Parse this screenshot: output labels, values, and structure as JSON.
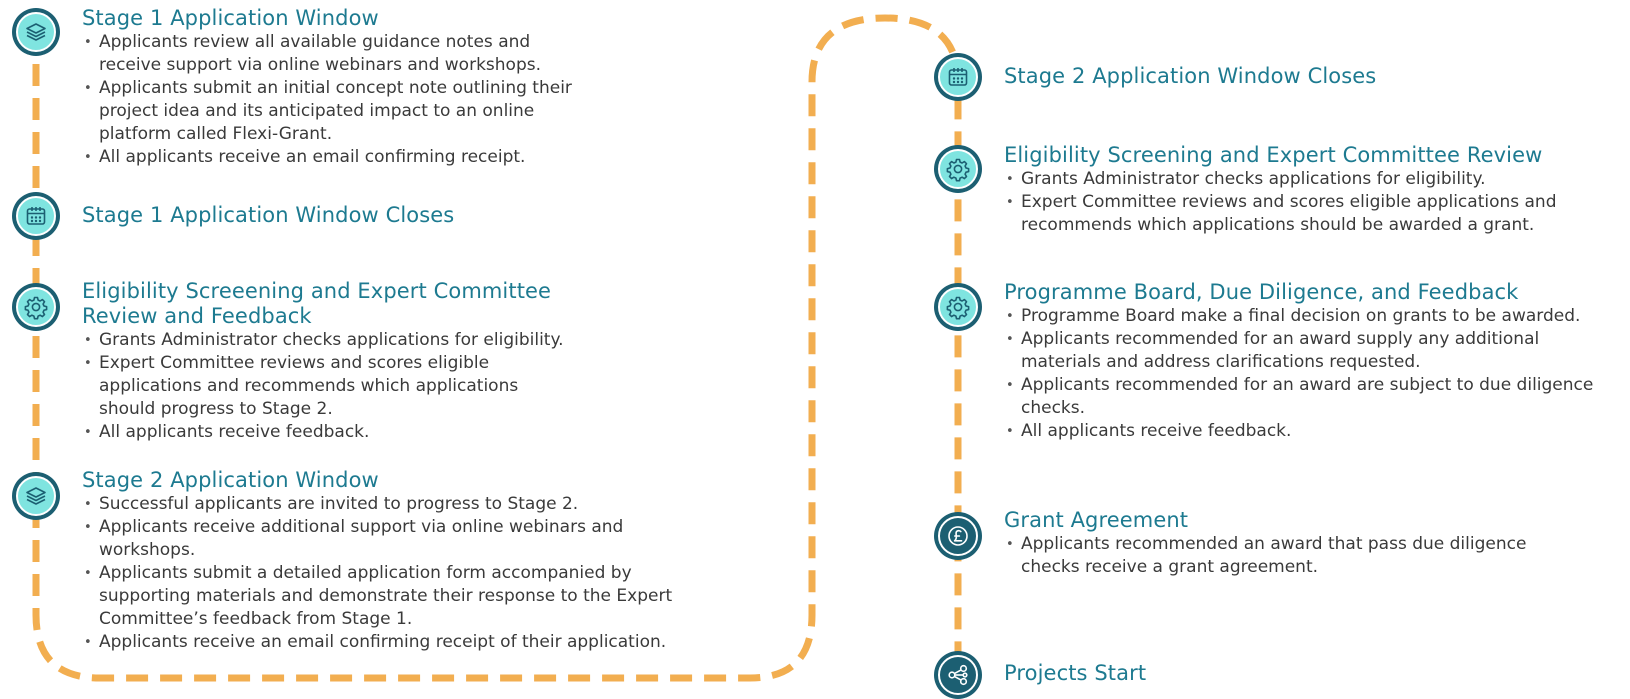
{
  "colors": {
    "path": "#f2ae50",
    "title": "#1d7a90",
    "icon_ring": "#1c5f72",
    "icon_fill": "#7fe4e0",
    "body_text": "#3a3a3a"
  },
  "steps": [
    {
      "icon": "layers-icon",
      "title": "Stage 1 Application Window",
      "bullets": [
        "Applicants review all available guidance notes and receive support via online webinars and workshops.",
        "Applicants submit an initial concept note outlining their project idea and its anticipated impact to an online platform called Flexi-Grant.",
        "All applicants receive an email confirming receipt."
      ]
    },
    {
      "icon": "calendar-icon",
      "title": "Stage 1 Application Window Closes",
      "bullets": []
    },
    {
      "icon": "gear-icon",
      "title": "Eligibility Screeening and Expert Committee Review and Feedback",
      "bullets": [
        "Grants Administrator checks applications for eligibility.",
        "Expert Committee reviews and scores eligible applications and recommends which applications should progress to Stage 2.",
        "All applicants receive feedback."
      ]
    },
    {
      "icon": "layers-icon",
      "title": "Stage 2 Application Window",
      "bullets": [
        "Successful applicants are invited to progress to Stage 2.",
        "Applicants receive additional support via online webinars and workshops.",
        "Applicants submit a detailed application form accompanied by supporting materials  and demonstrate their response to the Expert Committee’s feedback from Stage 1.",
        "Applicants receive an email confirming receipt of their application."
      ]
    },
    {
      "icon": "calendar-icon",
      "title": "Stage 2 Application Window Closes",
      "bullets": []
    },
    {
      "icon": "gear-icon",
      "title": "Eligibility Screening and Expert Committee Review",
      "bullets": [
        "Grants Administrator checks applications for eligibility.",
        "Expert Committee reviews and scores eligible applications and recommends which applications should be awarded a grant."
      ]
    },
    {
      "icon": "gear-icon",
      "title": "Programme Board, Due Diligence, and Feedback",
      "bullets": [
        "Programme Board make a final decision on grants to be awarded.",
        "Applicants recommended for an award supply any additional materials and address clarifications requested.",
        "Applicants recommended for an award are subject to due diligence checks.",
        "All applicants receive feedback."
      ]
    },
    {
      "icon": "pound-coin-icon",
      "title": "Grant Agreement",
      "bullets": [
        "Applicants recommended an award that pass due diligence checks receive a grant agreement."
      ]
    },
    {
      "icon": "share-network-icon",
      "title": "Projects Start",
      "bullets": []
    }
  ]
}
